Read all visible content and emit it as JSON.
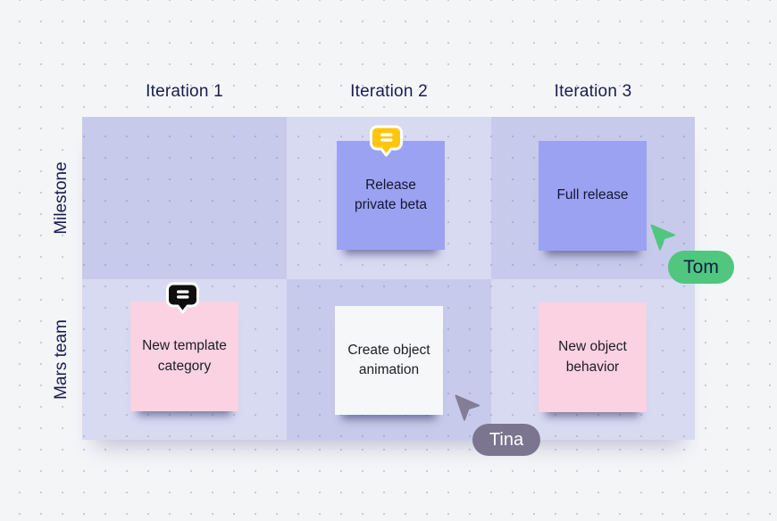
{
  "app": {
    "type": "collaborative-whiteboard",
    "background_color": "#f4f5f7"
  },
  "grid": {
    "columns": [
      "Iteration 1",
      "Iteration 2",
      "Iteration 3"
    ],
    "rows": [
      "Milestone",
      "Mars team"
    ],
    "cell_colors": {
      "dark": "#c7caea",
      "light": "#d8daf2"
    }
  },
  "notes": [
    {
      "text": "Release private beta",
      "color": "#9ba2f2",
      "row": "Milestone",
      "column": "Iteration 2",
      "has_comment": true,
      "comment_color": "#ffc60d"
    },
    {
      "text": "Full release",
      "color": "#9ba2f2",
      "row": "Milestone",
      "column": "Iteration 3",
      "has_comment": false
    },
    {
      "text": "New template category",
      "color": "#fad2e2",
      "row": "Mars team",
      "column": "Iteration 1",
      "has_comment": true,
      "comment_color": "#0f0f0f"
    },
    {
      "text": "Create object animation",
      "color": "#f6f7f9",
      "row": "Mars team",
      "column": "Iteration 2",
      "has_comment": false
    },
    {
      "text": "New object behavior",
      "color": "#fad2e2",
      "row": "Mars team",
      "column": "Iteration 3",
      "has_comment": false
    }
  ],
  "collaborators": [
    {
      "name": "Tom",
      "color": "#50c67f",
      "label_text_color": "#151a4a"
    },
    {
      "name": "Tina",
      "color": "#7b7590",
      "label_text_color": "#ffffff"
    }
  ]
}
